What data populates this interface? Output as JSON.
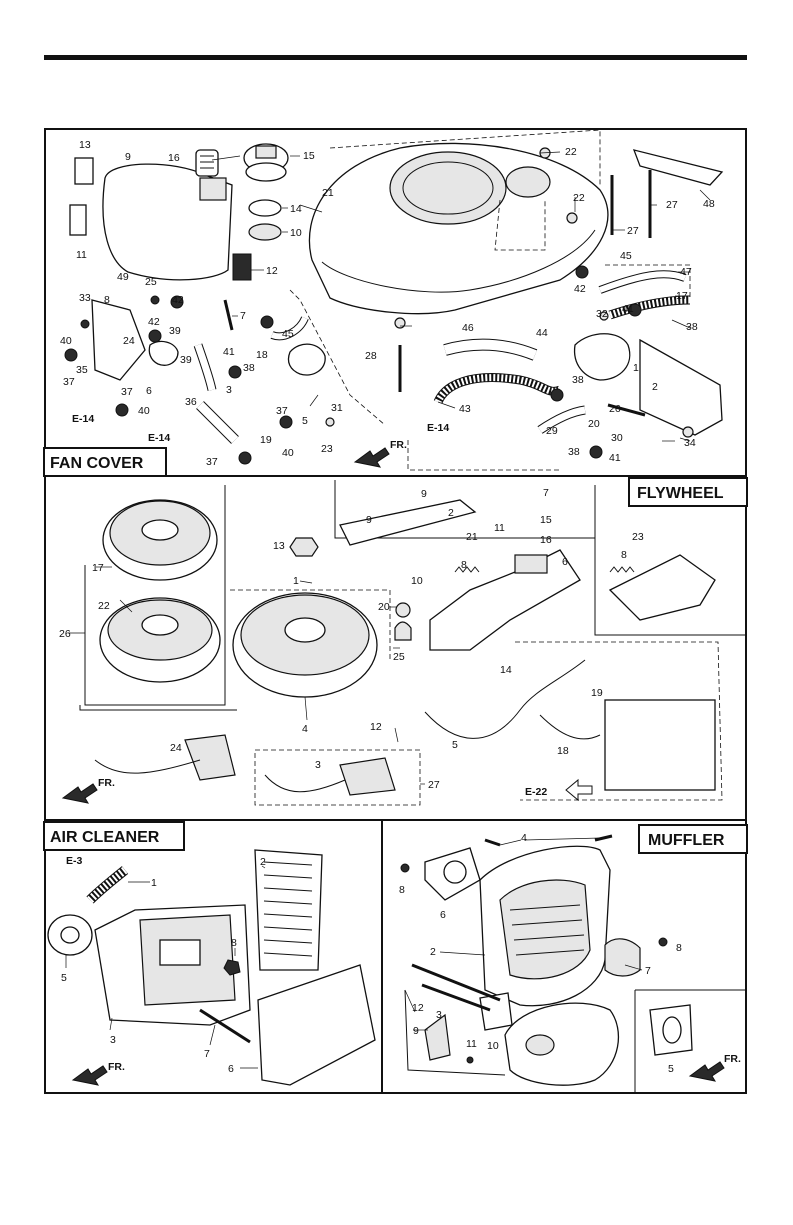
{
  "sections": [
    {
      "id": "fan_cover",
      "label": "FAN COVER"
    },
    {
      "id": "flywheel",
      "label": "FLYWHEEL"
    },
    {
      "id": "air_cleaner",
      "label": "AIR CLEANER"
    },
    {
      "id": "muffler",
      "label": "MUFFLER"
    }
  ],
  "refs": {
    "e14": "E-14",
    "e22": "E-22",
    "e3": "E-3",
    "front": "FR."
  },
  "fan_cover_callouts": [
    "13",
    "9",
    "16",
    "15",
    "21",
    "22",
    "22",
    "27",
    "27",
    "48",
    "11",
    "12",
    "14",
    "10",
    "45",
    "47",
    "42",
    "17",
    "49",
    "25",
    "42",
    "7",
    "33",
    "8",
    "42",
    "41",
    "38",
    "32",
    "40",
    "24",
    "39",
    "45",
    "18",
    "46",
    "44",
    "1",
    "35",
    "39",
    "41",
    "38",
    "28",
    "2",
    "6",
    "38",
    "37",
    "36",
    "26",
    "37",
    "40",
    "3",
    "37",
    "31",
    "5",
    "43",
    "E-14",
    "29",
    "20",
    "30",
    "34",
    "19",
    "23",
    "38",
    "41",
    "40",
    "37",
    "E-14"
  ],
  "flywheel_callouts": [
    "9",
    "2",
    "9",
    "15",
    "7",
    "11",
    "16",
    "13",
    "21",
    "6",
    "8",
    "23",
    "8",
    "17",
    "1",
    "10",
    "20",
    "26",
    "22",
    "25",
    "14",
    "19",
    "4",
    "12",
    "5",
    "18",
    "24",
    "3",
    "27"
  ],
  "air_cleaner_callouts": [
    "1",
    "2",
    "8",
    "5",
    "3",
    "7",
    "6"
  ],
  "muffler_callouts": [
    "4",
    "8",
    "6",
    "8",
    "2",
    "7",
    "3",
    "12",
    "9",
    "11",
    "10",
    "5"
  ]
}
